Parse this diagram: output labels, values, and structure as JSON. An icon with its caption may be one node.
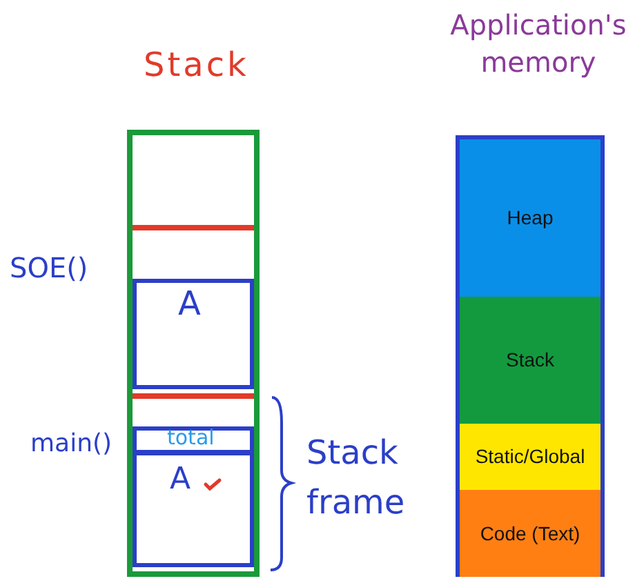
{
  "diagram": {
    "nodes": [
      {
        "text": [
          "Stack"
        ]
      },
      {
        "text": [
          "A"
        ],
        "in": 0,
        "beside": [
          "SOE()"
        ]
      },
      {
        "text": [
          "total"
        ],
        "in": 0,
        "beside": [
          "main()"
        ]
      },
      {
        "text": [
          "A"
        ],
        "in": 0
      },
      {
        "text": [
          "Application's memory"
        ]
      },
      {
        "text": [
          "Heap"
        ],
        "in": 4
      },
      {
        "text": [
          "Stack"
        ],
        "in": 4
      },
      {
        "text": [
          "Static/Global"
        ],
        "in": 4
      },
      {
        "text": [
          "Code (Text)"
        ],
        "in": 4
      }
    ],
    "labels": [
      "Stack frame"
    ]
  }
}
